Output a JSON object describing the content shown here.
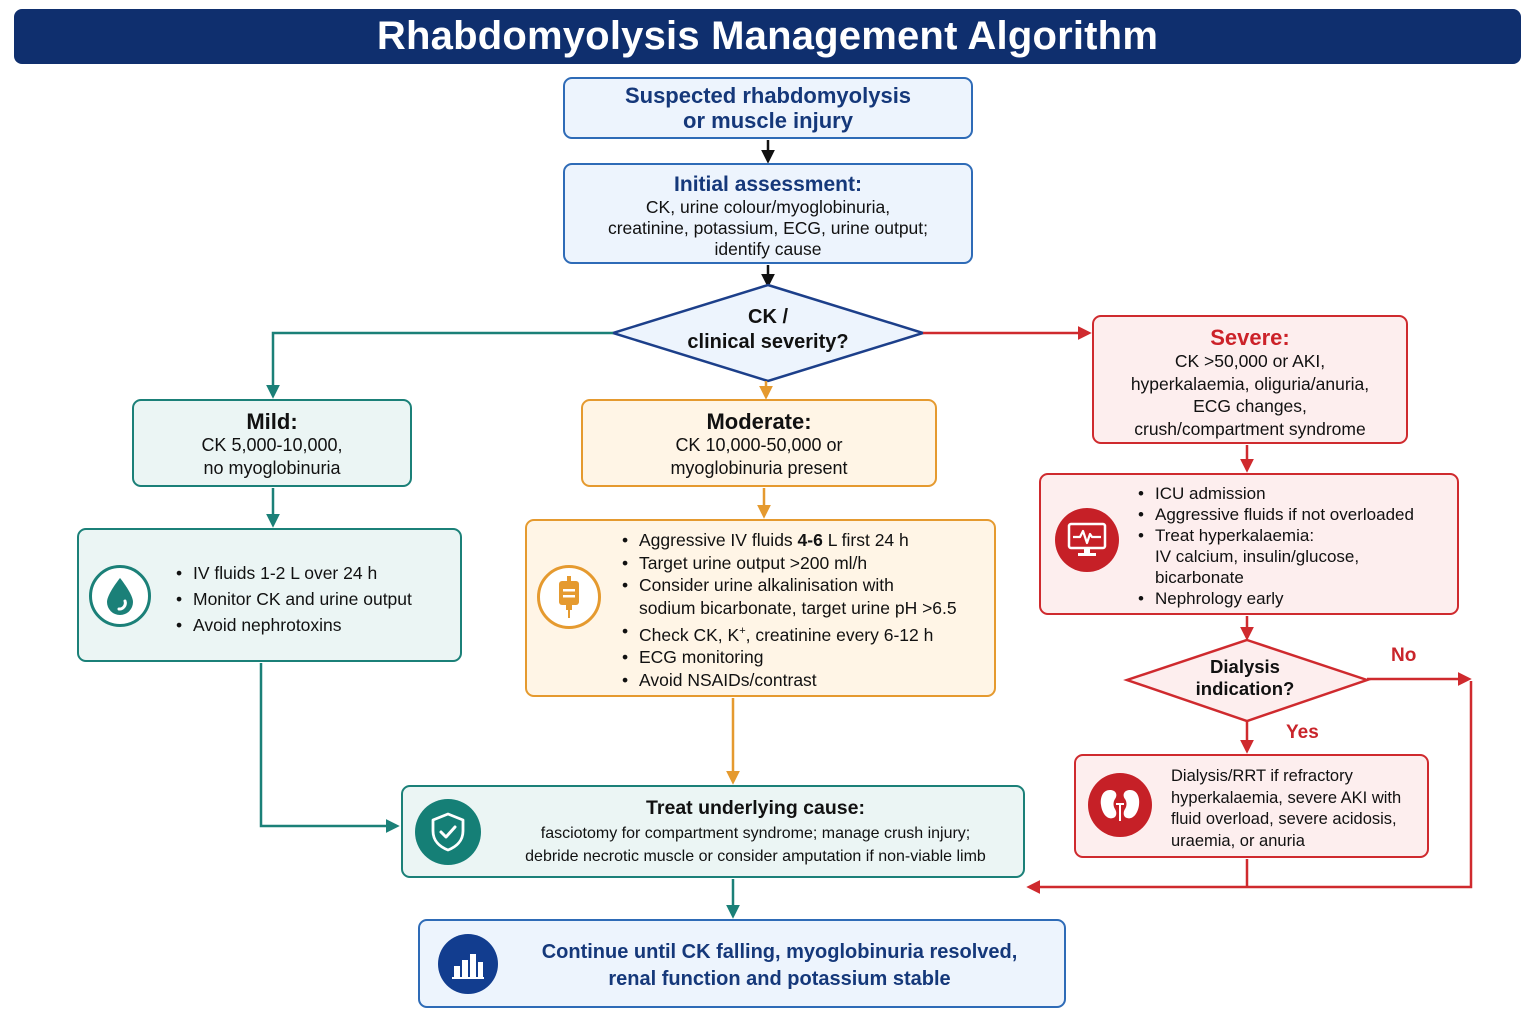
{
  "title": "Rhabdomyolysis Management Algorithm",
  "start": {
    "line1": "Suspected rhabdomyolysis",
    "line2": "or muscle injury"
  },
  "initial_assessment": {
    "heading": "Initial assessment:",
    "lines": [
      "CK, urine colour/myoglobinuria,",
      "creatinine, potassium, ECG, urine output;",
      "identify cause"
    ]
  },
  "severity_decision": {
    "line1": "CK /",
    "line2": "clinical severity?"
  },
  "mild": {
    "heading": "Mild:",
    "lines": [
      "CK 5,000-10,000,",
      "no myoglobinuria"
    ],
    "treatment": [
      "IV fluids 1-2 L over 24 h",
      "Monitor CK and urine output",
      "Avoid nephrotoxins"
    ],
    "icon": "water-drop-icon"
  },
  "moderate": {
    "heading": "Moderate:",
    "lines": [
      "CK 10,000-50,000 or",
      "myoglobinuria present"
    ],
    "treatment": {
      "item1_pre": "Aggressive IV fluids ",
      "item1_bold": "4-6",
      "item1_post": " L first 24 h",
      "item2": "Target urine output >200 ml/h",
      "item3_line1": "Consider urine alkalinisation with",
      "item3_line2": "sodium bicarbonate, target urine pH >6.5",
      "item4_pre": "Check CK, K",
      "item4_sup": "+",
      "item4_post": ", creatinine every 6-12 h",
      "item5": "ECG monitoring",
      "item6": "Avoid NSAIDs/contrast"
    },
    "icon": "iv-bag-icon"
  },
  "severe": {
    "heading": "Severe:",
    "lines": [
      "CK >50,000 or AKI,",
      "hyperkalaemia, oliguria/anuria,",
      "ECG changes,",
      "crush/compartment syndrome"
    ],
    "treatment": {
      "item1": "ICU admission",
      "item2": "Aggressive fluids if not overloaded",
      "item3_line1": "Treat hyperkalaemia:",
      "item3_line2": "IV calcium, insulin/glucose,",
      "item3_line3": "bicarbonate",
      "item4": "Nephrology early"
    },
    "icon": "heart-monitor-icon"
  },
  "dialysis_decision": {
    "line1": "Dialysis",
    "line2": "indication?",
    "no_label": "No",
    "yes_label": "Yes"
  },
  "dialysis": {
    "lines": [
      "Dialysis/RRT if refractory",
      "hyperkalaemia, severe AKI with",
      "fluid overload, severe acidosis,",
      "uraemia, or anuria"
    ],
    "icon": "kidneys-icon"
  },
  "underlying_cause": {
    "heading": "Treat underlying cause:",
    "lines": [
      "fasciotomy for compartment syndrome; manage crush injury;",
      "debride necrotic muscle or consider amputation if non-viable limb"
    ],
    "icon": "shield-check-icon"
  },
  "continue": {
    "lines": [
      "Continue until CK falling, myoglobinuria resolved,",
      "renal function and potassium stable"
    ],
    "icon": "bar-chart-icon"
  },
  "colors": {
    "navy": "#0f2f6e",
    "blue": "#2e6bb7",
    "teal": "#1b8078",
    "orange": "#e59a2f",
    "red": "#cf2a2e"
  }
}
